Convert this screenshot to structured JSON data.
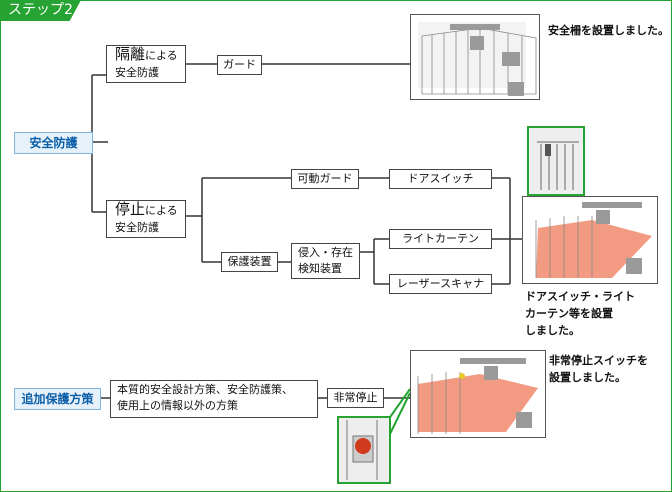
{
  "step_label": "ステップ2",
  "categories": {
    "safety": "安全防護",
    "additional": "追加保護方策"
  },
  "nodes": {
    "isolation_big": "隔離",
    "isolation_small": "による",
    "isolation_line2": "安全防護",
    "guard": "ガード",
    "stop_big": "停止",
    "stop_small": "による",
    "stop_line2": "安全防護",
    "movable_guard": "可動ガード",
    "door_switch": "ドアスイッチ",
    "protective_device": "保護装置",
    "intrusion_line1": "侵入・存在",
    "intrusion_line2": "検知装置",
    "light_curtain": "ライトカーテン",
    "laser_scanner": "レーザースキャナ",
    "inherent_line1": "本質的安全設計方策、安全防護策、",
    "inherent_line2": "使用上の情報以外の方策",
    "emergency_stop": "非常停止"
  },
  "captions": {
    "fence": "安全柵を設置しました。",
    "door_line1": "ドアスイッチ・ライト",
    "door_line2": "カーテン等を設置",
    "door_line3": "しました。",
    "estop_line1": "非常停止スイッチを",
    "estop_line2": "設置しました。"
  },
  "colors": {
    "accent_green": "#26a332",
    "category_blue": "#0a5ea8",
    "danger_zone": "#f08a6c"
  }
}
